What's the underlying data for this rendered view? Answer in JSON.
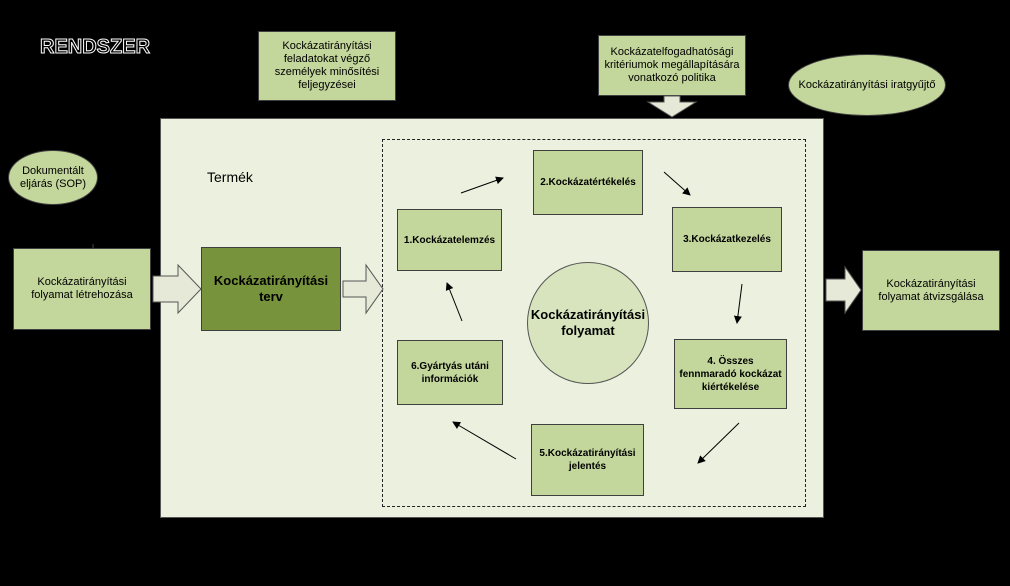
{
  "system_title": "RENDSZER",
  "product_label": "Termék",
  "top_boxes": {
    "qualification": "Kockázatirányítási feladatokat végző személyek minősítési feljegyzései",
    "acceptance": "Kockázatelfogadhatósági kritériumok megállapítására vonatkozó politika"
  },
  "ellipses": {
    "sop": "Dokumentált eljárás (SOP)",
    "records": "Kockázatirányítási iratgyűjtő"
  },
  "inputs": {
    "create": "Kockázatirányítási folyamat létrehozása",
    "plan": "Kockázatirányítási terv"
  },
  "output": "Kockázatirányítási folyamat átvizsgálása",
  "center": "Kockázatirányítási folyamat",
  "steps": [
    "1.Kockázatelemzés",
    "2.Kockázatértékelés",
    "3.Kockázatkezelés",
    "4. Összes fennmaradó kockázat kiértékelése",
    "5.Kockázatirányítási jelentés",
    "6.Gyártyás utáni információk"
  ],
  "colors": {
    "background": "#000000",
    "box_light": "#c3d69b",
    "box_dark": "#77933c",
    "panel": "#ebf1de",
    "arrow_fill": "#e6e9d8"
  }
}
